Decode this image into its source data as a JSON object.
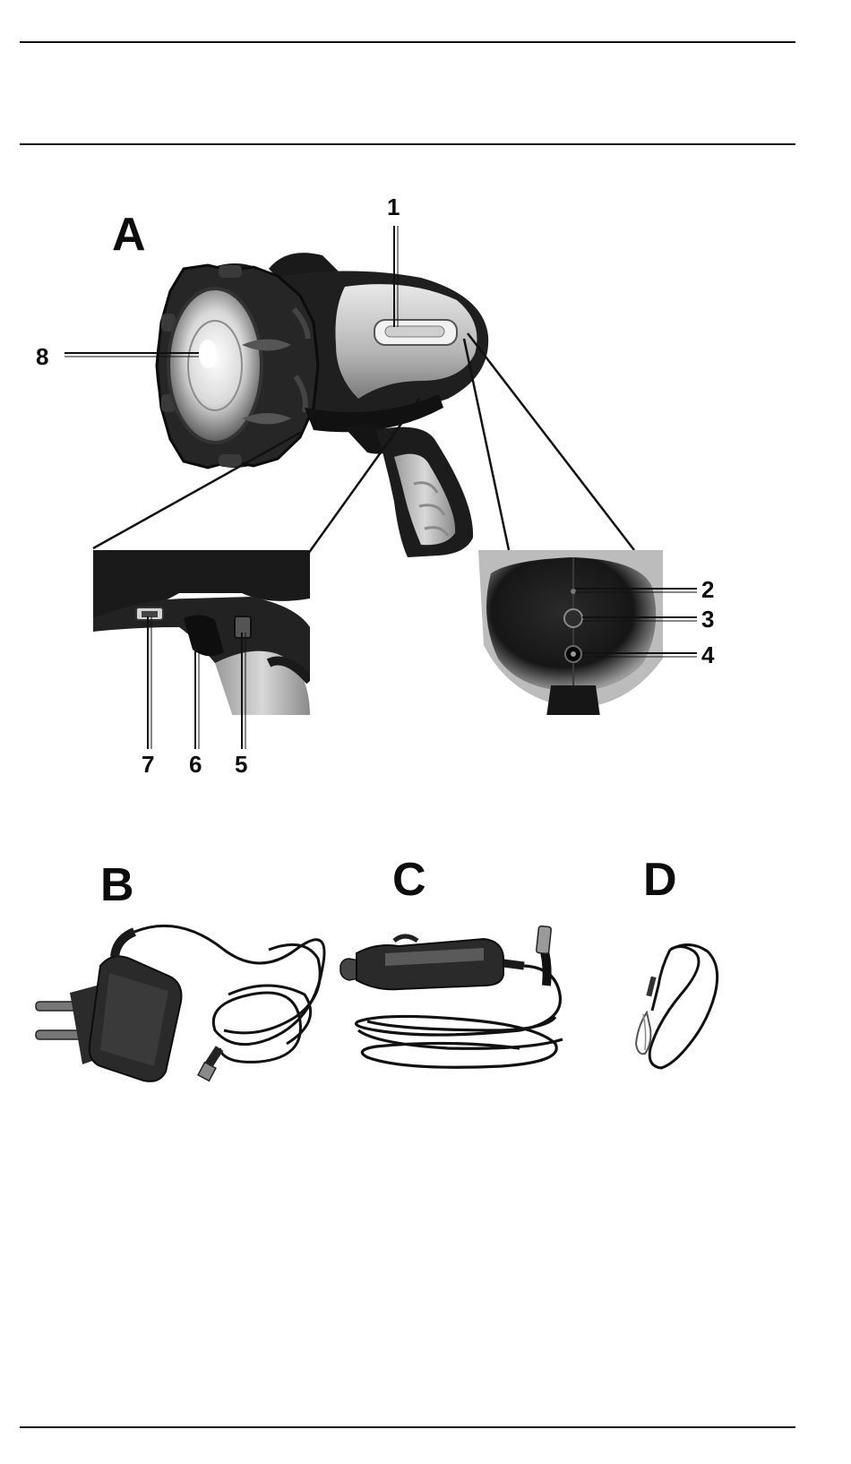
{
  "figure": {
    "panels": {
      "a": "A",
      "b": "B",
      "c": "C",
      "d": "D"
    },
    "callouts": {
      "c1": "1",
      "c2": "2",
      "c3": "3",
      "c4": "4",
      "c5": "5",
      "c6": "6",
      "c7": "7",
      "c8": "8"
    }
  },
  "icons": {
    "spotlight": "spotlight-illustration",
    "handle_detail": "handle-detail-illustration",
    "rear_detail": "rear-panel-detail-illustration",
    "adapter": "mains-adapter-illustration",
    "car_charger": "car-charger-illustration",
    "lanyard": "lanyard-illustration"
  },
  "colors": {
    "ink": "#111111",
    "body_dark": "#1c1c1c",
    "body_mid": "#6b6b6b",
    "body_light": "#c9c9c9"
  }
}
